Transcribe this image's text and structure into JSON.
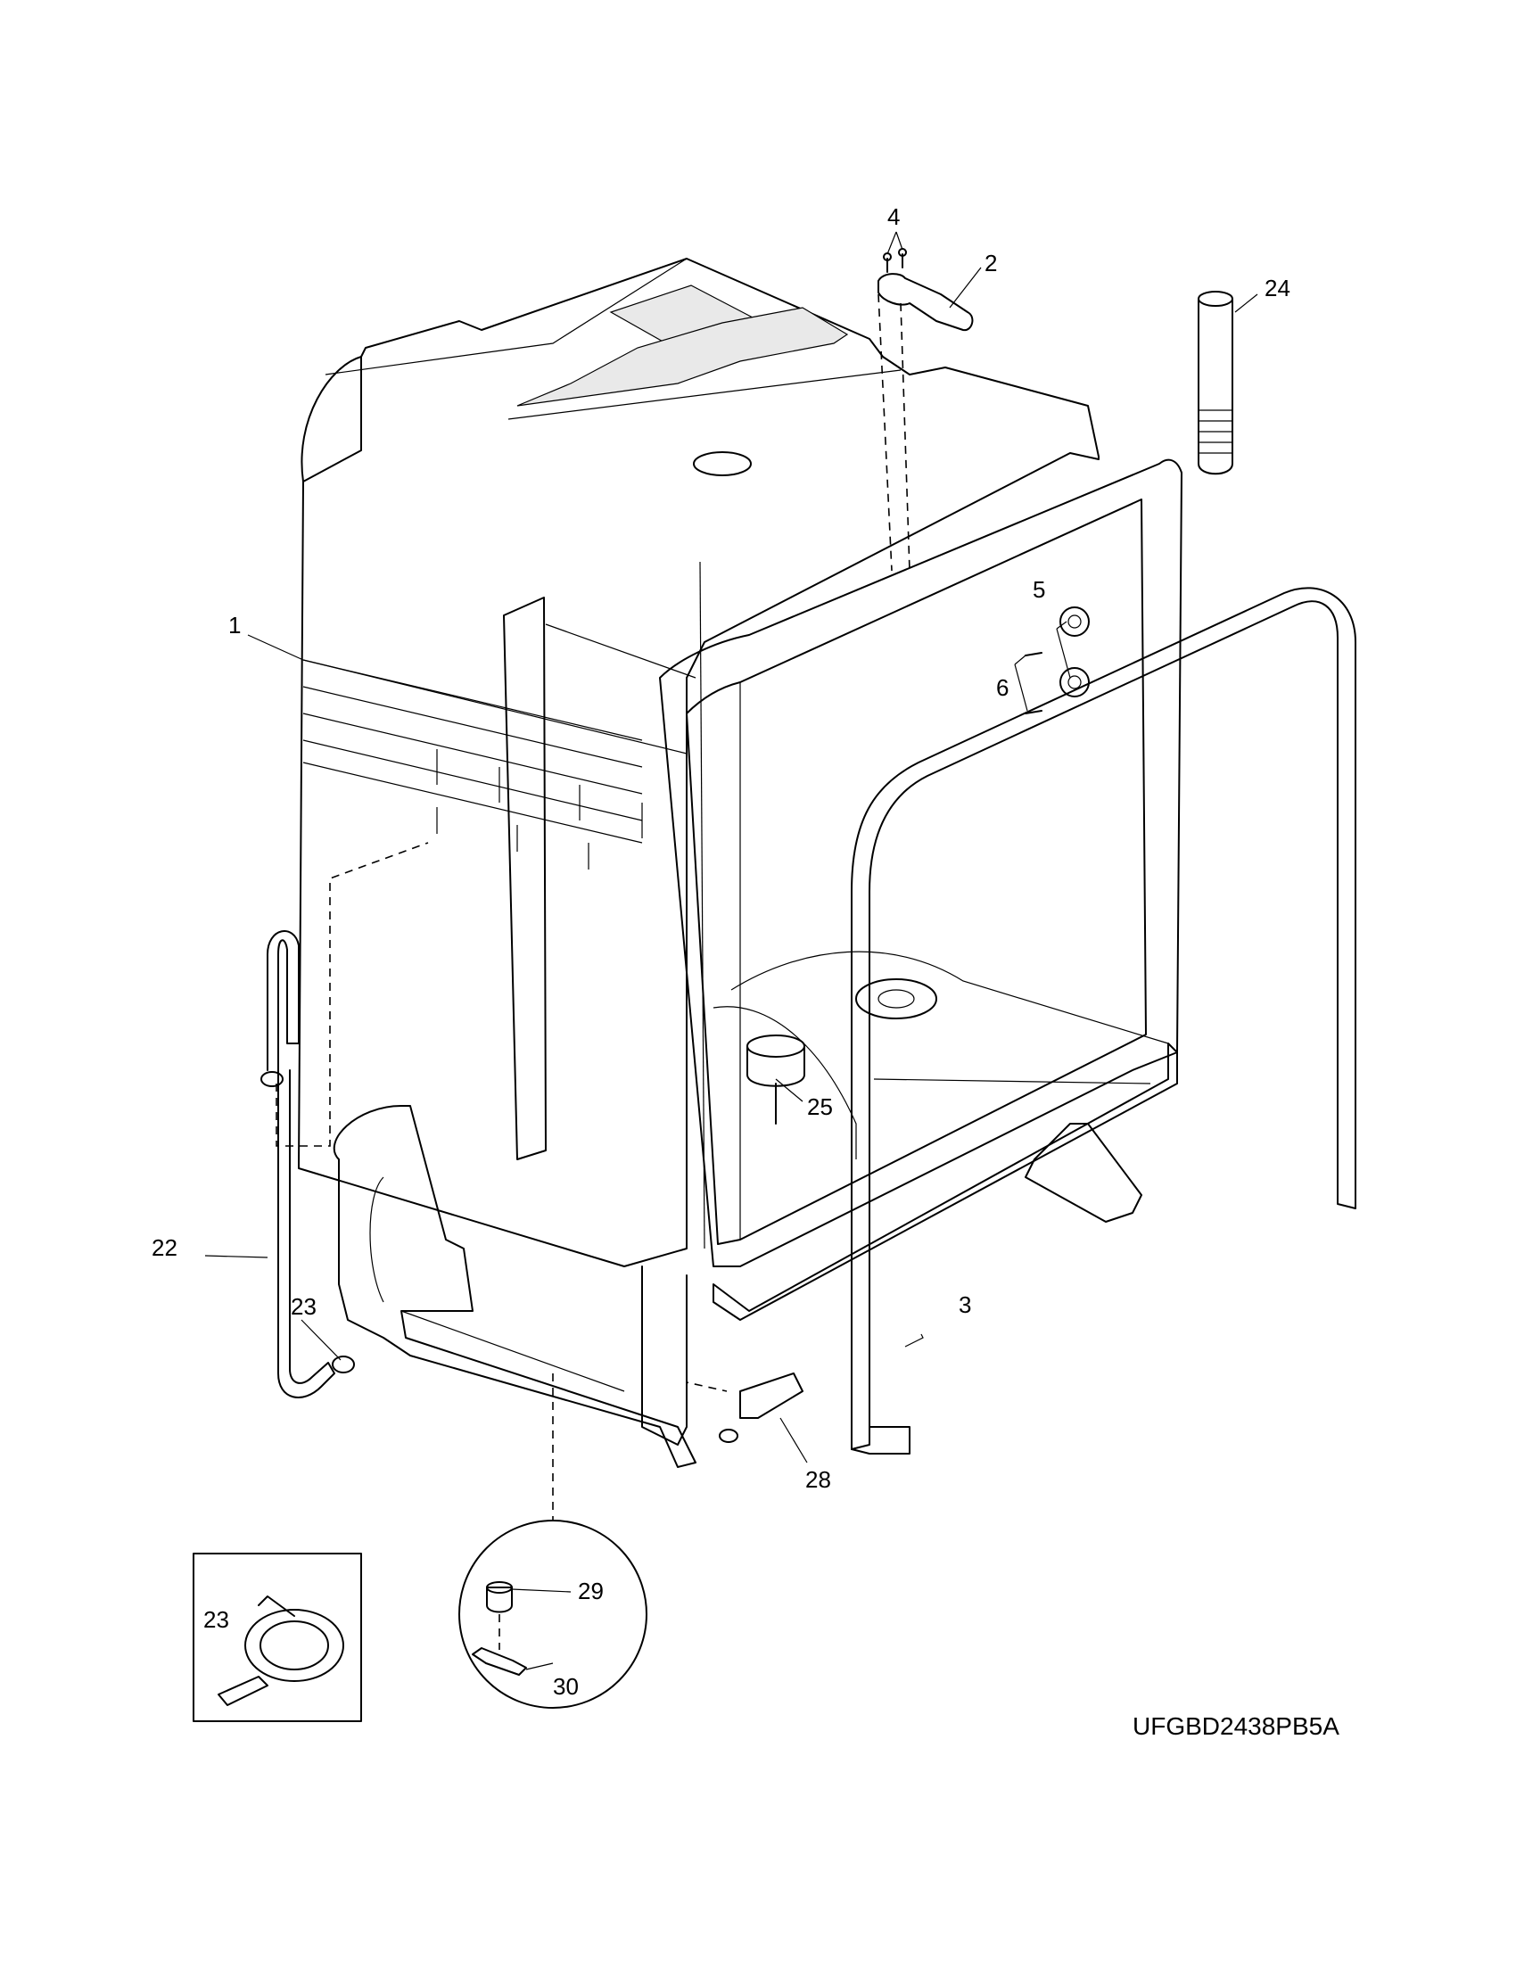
{
  "diagram": {
    "model_code": "UFGBD2438PB5A",
    "callouts": [
      {
        "id": "c1",
        "text": "1"
      },
      {
        "id": "c2",
        "text": "2"
      },
      {
        "id": "c3",
        "text": "3"
      },
      {
        "id": "c4",
        "text": "4"
      },
      {
        "id": "c5",
        "text": "5"
      },
      {
        "id": "c6",
        "text": "6"
      },
      {
        "id": "c22",
        "text": "22"
      },
      {
        "id": "c23a",
        "text": "23"
      },
      {
        "id": "c23b",
        "text": "23"
      },
      {
        "id": "c24",
        "text": "24"
      },
      {
        "id": "c25",
        "text": "25"
      },
      {
        "id": "c28",
        "text": "28"
      },
      {
        "id": "c29",
        "text": "29"
      },
      {
        "id": "c30",
        "text": "30"
      }
    ]
  }
}
